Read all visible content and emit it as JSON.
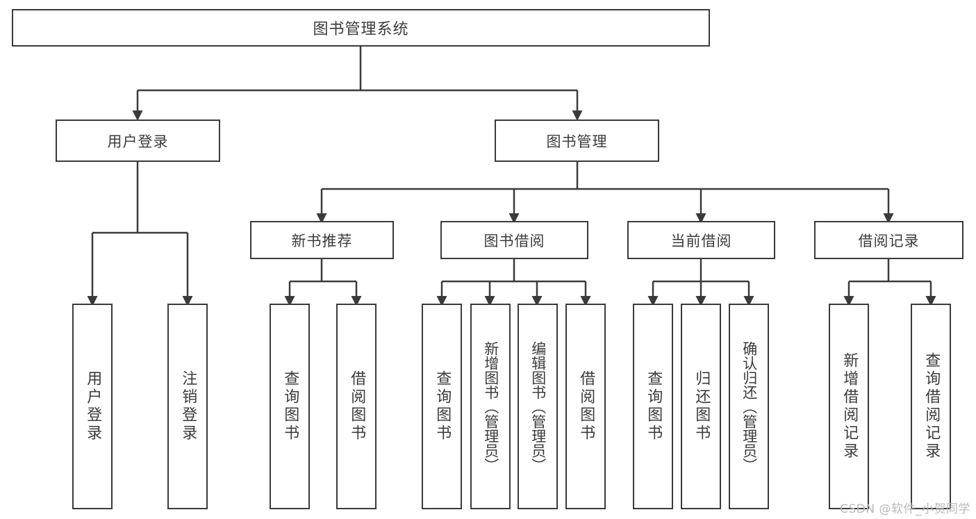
{
  "diagram": {
    "title": "图书管理系统",
    "type": "tree",
    "watermark": "CSDN @软件_小贺同学",
    "colors": {
      "stroke": "#3a3a3a",
      "text": "#3b3b3b",
      "background": "#ffffff",
      "watermark": "#b9b9b9"
    },
    "root": {
      "label": "图书管理系统"
    },
    "level2": [
      {
        "label": "用户登录"
      },
      {
        "label": "图书管理"
      }
    ],
    "level3": [
      {
        "label": "新书推荐"
      },
      {
        "label": "图书借阅"
      },
      {
        "label": "当前借阅"
      },
      {
        "label": "借阅记录"
      }
    ],
    "leaves": {
      "user_login": [
        {
          "label": "用户登录"
        },
        {
          "label": "注销登录"
        }
      ],
      "new_book": [
        {
          "label": "查询图书"
        },
        {
          "label": "借阅图书"
        }
      ],
      "book_borrow": [
        {
          "label": "查询图书"
        },
        {
          "label": "新增图书（管理员）"
        },
        {
          "label": "编辑图书（管理员）"
        },
        {
          "label": "借阅图书"
        }
      ],
      "current_borrow": [
        {
          "label": "查询图书"
        },
        {
          "label": "归还图书"
        },
        {
          "label": "确认归还（管理员）"
        }
      ],
      "borrow_record": [
        {
          "label": "新增借阅记录"
        },
        {
          "label": "查询借阅记录"
        }
      ]
    }
  }
}
